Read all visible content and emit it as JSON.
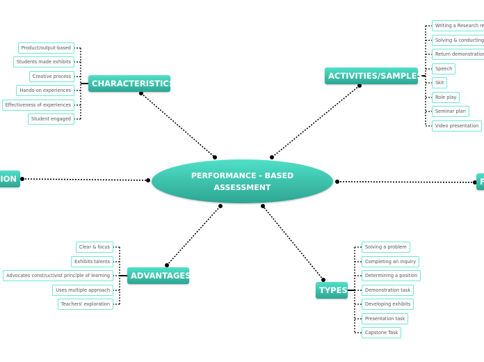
{
  "central": {
    "line1": "PERFORMANCE - BASED",
    "line2": "ASSESSMENT"
  },
  "colors": {
    "topic_top": "#4fe0c8",
    "topic_bottom": "#2ea592",
    "subtopic_border": "#6ce6d8",
    "connector": "#000000"
  },
  "topics": {
    "characteristics": {
      "label": "CHARACTERISTICS",
      "items": [
        "Product/output-based",
        "Students made exhibits",
        "Creative process",
        "Hands-on experiences",
        "Effectiveness of experiences",
        "Student engaged"
      ]
    },
    "activities": {
      "label": "ACTIVITIES/SAMPLES",
      "items": [
        "Writing a Research re",
        "Solving & conducting",
        "Return demonstration",
        "Speech",
        "Skit",
        "Role play",
        "Seminar plan",
        "Video presentation"
      ]
    },
    "left_partial": {
      "label": "ION"
    },
    "right_partial": {
      "label": "F"
    },
    "advantages": {
      "label": "ADVANTAGES",
      "items": [
        "Clear & focus",
        "Exhibits talents",
        "Advocates constructivist principle of learning",
        "Uses multiple approach",
        "Teachers' exploration"
      ]
    },
    "types": {
      "label": "TYPES",
      "items": [
        "Solving a problem",
        "Completing an inquiry",
        "Determining a position",
        "Demonstration task",
        "Developing exhibits",
        "Presentation task",
        "Capstone Task"
      ]
    }
  }
}
